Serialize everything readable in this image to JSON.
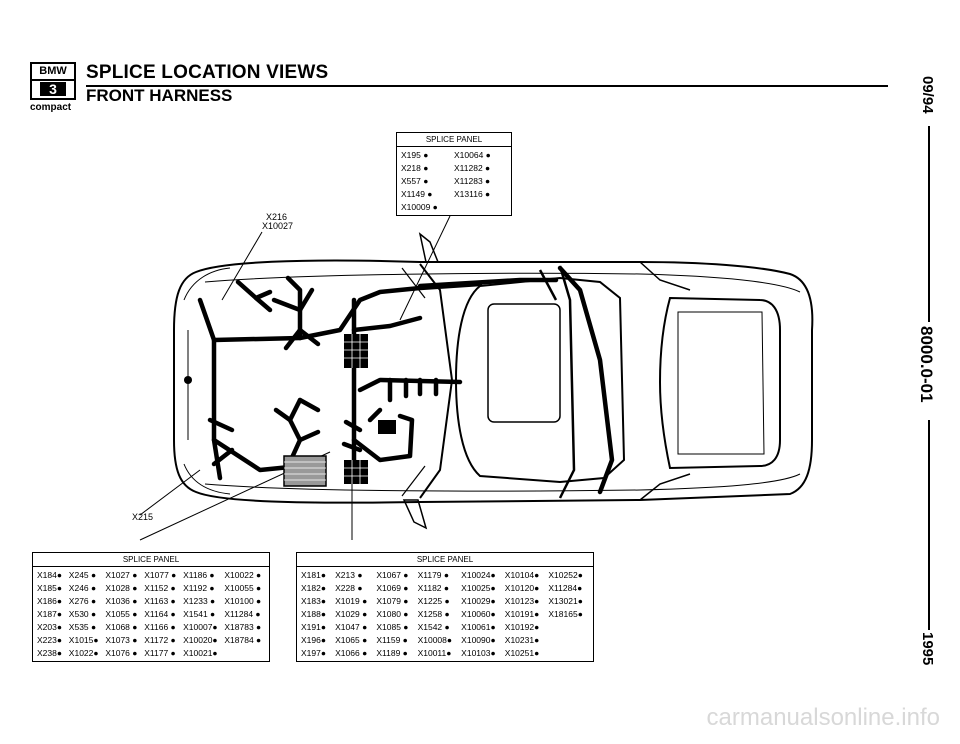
{
  "header": {
    "logo_top": "BMW",
    "logo_model": "3",
    "logo_sub": "compact",
    "title": "SPLICE LOCATION VIEWS",
    "subtitle": "FRONT HARNESS"
  },
  "side": {
    "date": "09/94",
    "doc_number": "8000.0-01",
    "year": "1995"
  },
  "labels": {
    "top_label_1": "X216",
    "top_label_2": "X10027",
    "bottom_label": "X215"
  },
  "panel_top": {
    "heading": "SPLICE PANEL",
    "cells": [
      "X195 ●",
      "X10064 ●",
      "X218 ●",
      "X11282 ●",
      "X557 ●",
      "X11283 ●",
      "X1149 ●",
      "X13116 ●",
      "X10009 ●",
      ""
    ]
  },
  "panel_left": {
    "heading": "SPLICE PANEL",
    "cells": [
      "X184●",
      "X245 ●",
      "X1027 ●",
      "X1077 ●",
      "X1186 ●",
      "X10022 ●",
      "X185●",
      "X246 ●",
      "X1028 ●",
      "X1152 ●",
      "X1192 ●",
      "X10055 ●",
      "X186●",
      "X276 ●",
      "X1036 ●",
      "X1163 ●",
      "X1233 ●",
      "X10100 ●",
      "X187●",
      "X530 ●",
      "X1055 ●",
      "X1164 ●",
      "X1541 ●",
      "X11284 ●",
      "X203●",
      "X535 ●",
      "X1068 ●",
      "X1166 ●",
      "X10007●",
      "X18783 ●",
      "X223●",
      "X1015●",
      "X1073 ●",
      "X1172 ●",
      "X10020●",
      "X18784 ●",
      "X238●",
      "X1022●",
      "X1076 ●",
      "X1177 ●",
      "X10021●",
      ""
    ]
  },
  "panel_right": {
    "heading": "SPLICE PANEL",
    "cells": [
      "X181●",
      "X213 ●",
      "X1067 ●",
      "X1179 ●",
      "X10024●",
      "X10104●",
      "X10252●",
      "X182●",
      "X228 ●",
      "X1069 ●",
      "X1182 ●",
      "X10025●",
      "X10120●",
      "X11284●",
      "X183●",
      "X1019 ●",
      "X1079 ●",
      "X1225 ●",
      "X10029●",
      "X10123●",
      "X13021●",
      "X188●",
      "X1029 ●",
      "X1080 ●",
      "X1258 ●",
      "X10060●",
      "X10191●",
      "X18165●",
      "X191●",
      "X1047 ●",
      "X1085 ●",
      "X1542 ●",
      "X10061●",
      "X10192●",
      "",
      "X196●",
      "X1065 ●",
      "X1159 ●",
      "X10008●",
      "X10090●",
      "X10231●",
      "",
      "X197●",
      "X1066 ●",
      "X1189 ●",
      "X10011●",
      "X10103●",
      "X10251●",
      ""
    ]
  },
  "watermark": "carmanualsonline.info"
}
